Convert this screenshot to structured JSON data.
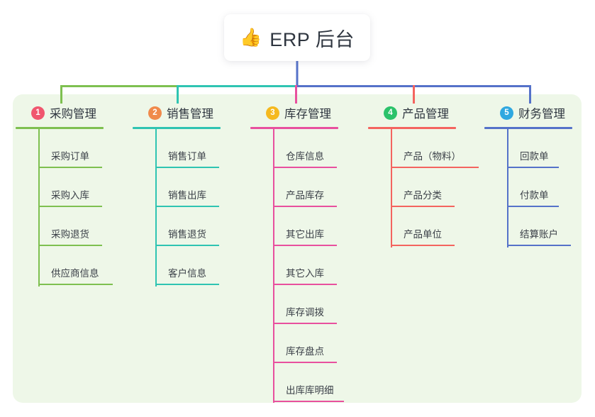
{
  "root": {
    "icon": "thumbs-up-icon",
    "icon_glyph": "👍",
    "title": "ERP 后台"
  },
  "panel": {
    "background_color": "#eef7e8"
  },
  "columns": [
    {
      "index": "1",
      "title": "采购管理",
      "badge_color": "#f0566e",
      "line_color": "#7ec050",
      "leaves": [
        "采购订单",
        "采购入库",
        "采购退货",
        "供应商信息"
      ]
    },
    {
      "index": "2",
      "title": "销售管理",
      "badge_color": "#f08a4b",
      "line_color": "#2fc4b2",
      "leaves": [
        "销售订单",
        "销售出库",
        "销售退货",
        "客户信息"
      ]
    },
    {
      "index": "3",
      "title": "库存管理",
      "badge_color": "#f5b91e",
      "line_color": "#e8509e",
      "leaves": [
        "仓库信息",
        "产品库存",
        "其它出库",
        "其它入库",
        "库存调拨",
        "库存盘点",
        "出库库明细"
      ]
    },
    {
      "index": "4",
      "title": "产品管理",
      "badge_color": "#2bc26a",
      "line_color": "#f4645f",
      "leaves": [
        "产品（物料）",
        "产品分类",
        "产品单位"
      ]
    },
    {
      "index": "5",
      "title": "财务管理",
      "badge_color": "#2fa8e0",
      "line_color": "#5572c9",
      "leaves": [
        "回款单",
        "付款单",
        "结算账户"
      ]
    }
  ],
  "connectors": {
    "trunk_color": "#5572c9",
    "bus_segments": [
      {
        "color": "#7ec050"
      },
      {
        "color": "#2fc4b2"
      },
      {
        "color": "#5572c9"
      },
      {
        "color": "#5572c9"
      }
    ]
  }
}
